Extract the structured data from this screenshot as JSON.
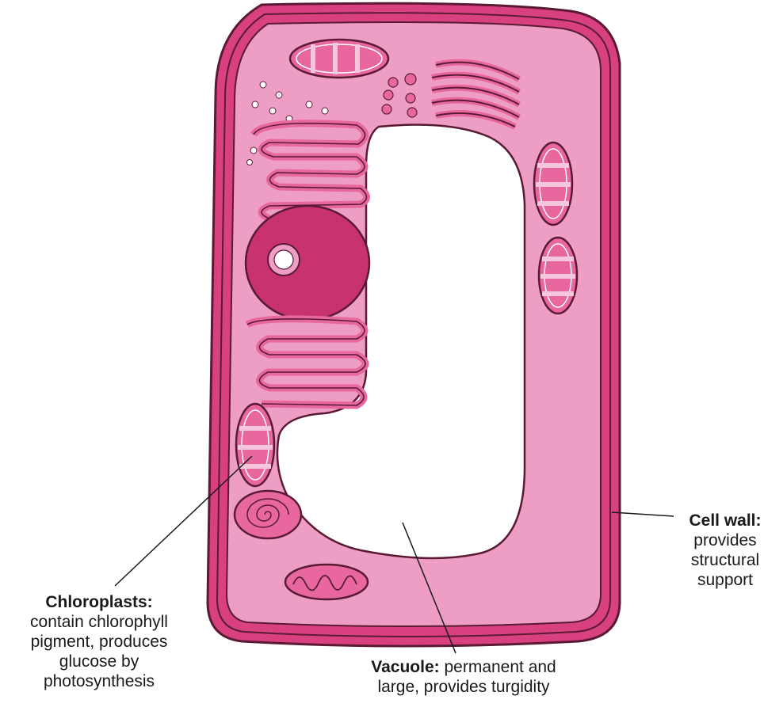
{
  "diagram": {
    "colors": {
      "cell_wall": "#d9407f",
      "cytoplasm": "#ee9ec4",
      "organelle": "#e7679e",
      "nucleus": "#c8326f",
      "vacuole": "#ffffff",
      "outline": "#5a1a33"
    },
    "labels": {
      "chloroplasts": {
        "title": "Chloroplasts:",
        "lines": [
          "contain chlorophyll",
          "pigment, produces",
          "glucose by",
          "photosynthesis"
        ]
      },
      "cell_wall": {
        "title": "Cell wall:",
        "lines": [
          "provides",
          "structural",
          "support"
        ]
      },
      "vacuole": {
        "title": "Vacuole:",
        "line1_rest": "permanent and",
        "line2": "large, provides turgidity"
      }
    }
  }
}
